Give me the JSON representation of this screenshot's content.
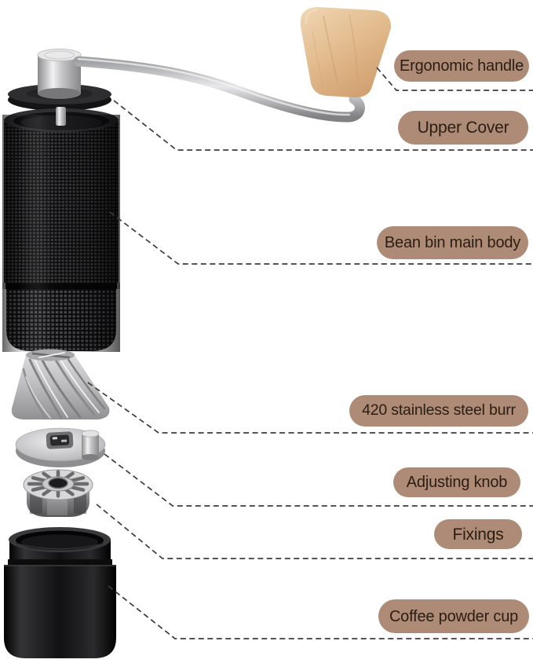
{
  "labels": [
    {
      "text": "Ergonomic handle"
    },
    {
      "text": "Upper Cover"
    },
    {
      "text": "Bean bin main body"
    },
    {
      "text": "420 stainless steel burr"
    },
    {
      "text": "Adjusting knob"
    },
    {
      "text": "Fixings"
    },
    {
      "text": "Coffee powder cup"
    }
  ],
  "colors": {
    "label_bg": "#ae8b77",
    "label_text": "#2b1d12",
    "leader": "#3c3c3c",
    "page_bg": "#ffffff",
    "wood": "#e3bd8f",
    "steel": "#c9c9cb",
    "body_black": "#141416"
  }
}
